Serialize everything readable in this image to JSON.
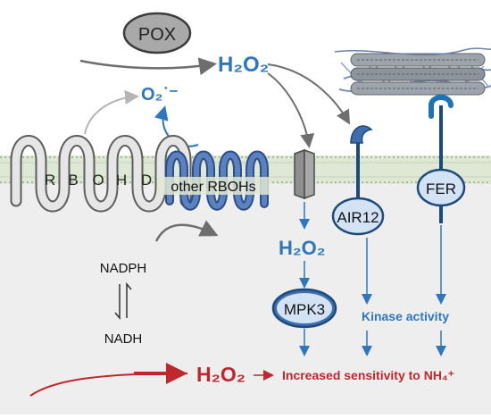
{
  "labels": {
    "pox": "POX",
    "h2o2_top": "H₂O₂",
    "o2_radical": "O₂˙⁻",
    "rbohd_letters": [
      "R",
      "B",
      "O",
      "H",
      "D"
    ],
    "other_rbohs": "other RBOHs",
    "fer": "FER",
    "air12": "AIR12",
    "h2o2_mid": "H₂O₂",
    "mpk3": "MPK3",
    "kinase_activity": "Kinase activity",
    "nadph": "NADPH",
    "nadh": "NADH",
    "h2o2_bottom": "H₂O₂",
    "outcome": "Increased sensitivity to NH₄⁺"
  },
  "colors": {
    "blue_text": "#2e77c0",
    "red_text": "#c0272d",
    "receptor_fill": "#d3e3f5",
    "receptor_stroke": "#1c4a7a",
    "pox_fill": "#a9a9a9",
    "membrane_band": "#dfe8d4",
    "cytoplasm": "#eeeeee",
    "rbohd_fill": "#e6e6e6",
    "other_rbohs_fill": "#5b82c0"
  }
}
